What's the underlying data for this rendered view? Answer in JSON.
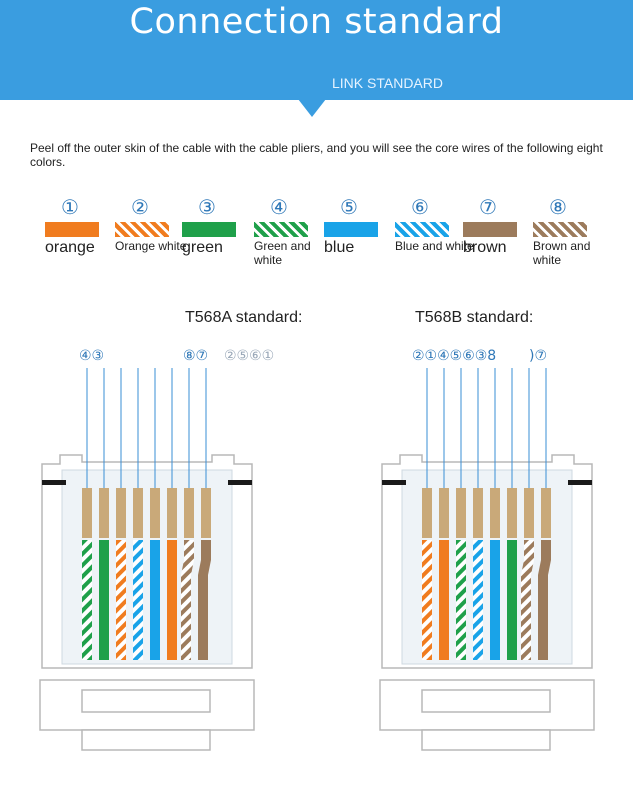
{
  "header": {
    "title": "Connection standard",
    "subtitle": "LINK STANDARD"
  },
  "intro": "Peel off the outer skin of the cable with the cable pliers, and you will see the core wires of the following eight colors.",
  "colors": [
    {
      "num": "①",
      "label": "orange",
      "size": "big",
      "color": "#f07c1f",
      "striped": false
    },
    {
      "num": "②",
      "label": "Orange white",
      "size": "small",
      "color": "#f07c1f",
      "striped": true
    },
    {
      "num": "③",
      "label": "green",
      "size": "big",
      "color": "#1fa04a",
      "striped": false
    },
    {
      "num": "④",
      "label": "Green and white",
      "size": "small",
      "color": "#1fa04a",
      "striped": true
    },
    {
      "num": "⑤",
      "label": "blue",
      "size": "big",
      "color": "#19a3e8",
      "striped": false
    },
    {
      "num": "⑥",
      "label": "Blue and white",
      "size": "small",
      "color": "#19a3e8",
      "striped": true
    },
    {
      "num": "⑦",
      "label": "brown",
      "size": "big",
      "color": "#9c7b5c",
      "striped": false
    },
    {
      "num": "⑧",
      "label": "Brown and white",
      "size": "small",
      "color": "#9c7b5c",
      "striped": true
    }
  ],
  "standards": [
    {
      "title": "T568A standard:",
      "pin_labels_top": "④③",
      "pin_labels_mid": "⑧⑦",
      "pin_labels_faded": "②⑤⑥①",
      "wires": [
        4,
        3,
        2,
        6,
        5,
        1,
        8,
        7
      ]
    },
    {
      "title": "T568B standard:",
      "pin_labels_top": "②①④⑤⑥③8",
      "pin_labels_mid": ")⑦",
      "pin_labels_faded": "",
      "wires": [
        2,
        1,
        4,
        6,
        5,
        3,
        8,
        7
      ]
    }
  ],
  "palette": {
    "1": "#f07c1f",
    "2": "#f07c1f",
    "3": "#1fa04a",
    "4": "#1fa04a",
    "5": "#19a3e8",
    "6": "#19a3e8",
    "7": "#9c7b5c",
    "8": "#9c7b5c",
    "header": "#3a9de0",
    "gold": "#c9a979",
    "guide": "#3a8fd6"
  }
}
